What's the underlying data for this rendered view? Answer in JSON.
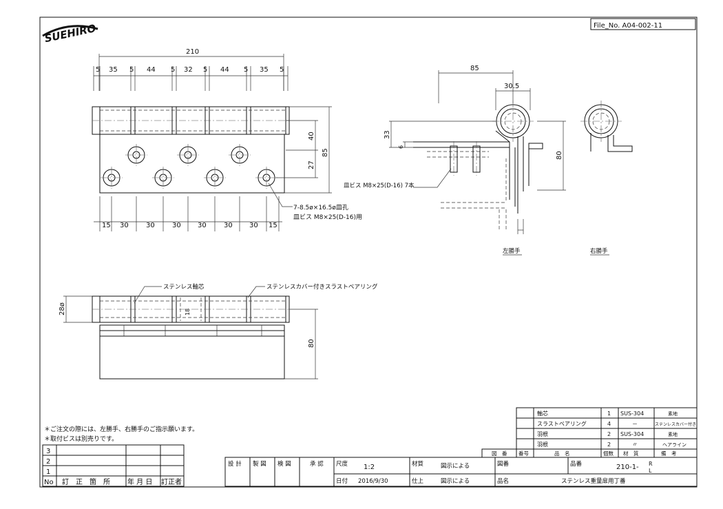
{
  "brand": {
    "logo_text": "SUEHIRO"
  },
  "file_no": "File_No.  A04-002-11",
  "front_view": {
    "overall_width": "210",
    "top_dims": [
      "5",
      "35",
      "5",
      "44",
      "5",
      "32",
      "5",
      "44",
      "5",
      "35",
      "5"
    ],
    "bottom_dims": [
      "15",
      "30",
      "30",
      "30",
      "30",
      "30",
      "30",
      "15"
    ],
    "height_85": "85",
    "height_40": "40",
    "height_27": "27",
    "hole_note_1": "7-8.5ø×16.5ø皿孔",
    "hole_note_2": "皿ビス M8×25(D-16)用"
  },
  "section_view": {
    "dim_85": "85",
    "dim_30_5": "30.5",
    "dim_33": "33",
    "dim_6": "6",
    "dim_80": "80",
    "screw_note": "皿ビス M8×25(D-16) 7本",
    "left_label": "左勝手",
    "right_label": "右勝手"
  },
  "bottom_view": {
    "dia_label": "28ø",
    "inner_dia": "18",
    "height_80": "80",
    "axis_label": "ステンレス軸芯",
    "bearing_label": "ステンレスカバー付きスラストベアリング"
  },
  "notes": [
    "＊ご注文の際には、左勝手、右勝手のご指示願います。",
    "＊取付ビスは別売りです。"
  ],
  "revision_table": {
    "rows": [
      "3",
      "2",
      "1"
    ],
    "header": [
      "No",
      "訂　正　箇　所",
      "年 月 日",
      "訂正者"
    ]
  },
  "approval": [
    "設 計",
    "製 図",
    "検 図",
    "承 認"
  ],
  "title_block": {
    "scale_label": "尺度",
    "scale_value": "1:2",
    "date_label": "日付",
    "date_value": "2016/9/30",
    "material_label": "材質",
    "material_value": "図示による",
    "finish_label": "仕上",
    "finish_value": "図示による",
    "drawing_no_label": "図番",
    "part_no_label": "品番",
    "part_no_value": "210-1-",
    "part_suffix_r": "R",
    "part_suffix_l": "L",
    "name_label": "品名",
    "name_value": "ステンレス重量扉用丁番"
  },
  "parts_list": {
    "rows": [
      {
        "name": "軸芯",
        "qty": "1",
        "material": "SUS-304",
        "note": "素地"
      },
      {
        "name": "スラストベアリング",
        "qty": "4",
        "material": "－",
        "note": "ステンレスカバー付き"
      },
      {
        "name": "羽根",
        "qty": "2",
        "material": "SUS-304",
        "note": "素地"
      },
      {
        "name": "羽根",
        "qty": "2",
        "material": "〃",
        "note": "ヘアライン"
      }
    ],
    "header": [
      "図　番",
      "番号",
      "品　名",
      "個数",
      "材　質",
      "備　考"
    ]
  }
}
